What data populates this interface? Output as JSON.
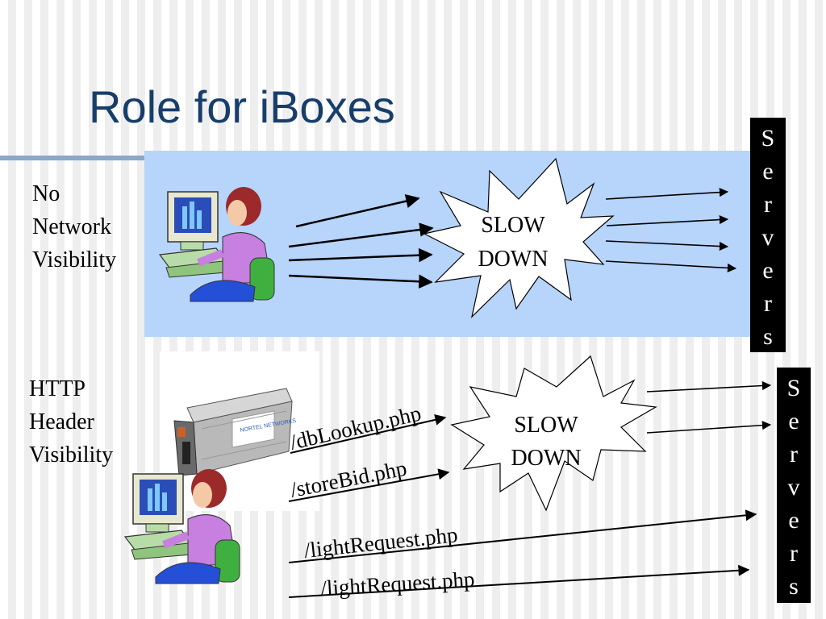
{
  "slide": {
    "title": "Role for iBoxes"
  },
  "rows": [
    {
      "label_lines": [
        "No",
        "Network",
        "Visibility"
      ],
      "burst_lines": [
        "SLOW",
        "DOWN"
      ],
      "servers_letters": [
        "S",
        "e",
        "r",
        "v",
        "e",
        "r",
        "s"
      ]
    },
    {
      "label_lines": [
        "HTTP",
        "Header",
        "Visibility"
      ],
      "burst_lines": [
        "SLOW",
        "DOWN"
      ],
      "servers_letters": [
        "S",
        "e",
        "r",
        "v",
        "e",
        "r",
        "s"
      ],
      "requests": [
        "/dbLookup.php",
        "/storeBid.php",
        "/lightRequest.php",
        "/lightRequest.php"
      ]
    }
  ],
  "device": {
    "brand_text": "NORTEL NETWORKS"
  },
  "colors": {
    "title": "#173e6b",
    "panel": "#b7d4fb",
    "servers_bg": "#000000",
    "servers_text": "#ffffff"
  },
  "icons": [
    "person-at-computer-icon",
    "network-appliance-icon",
    "slow-down-burst-icon"
  ]
}
